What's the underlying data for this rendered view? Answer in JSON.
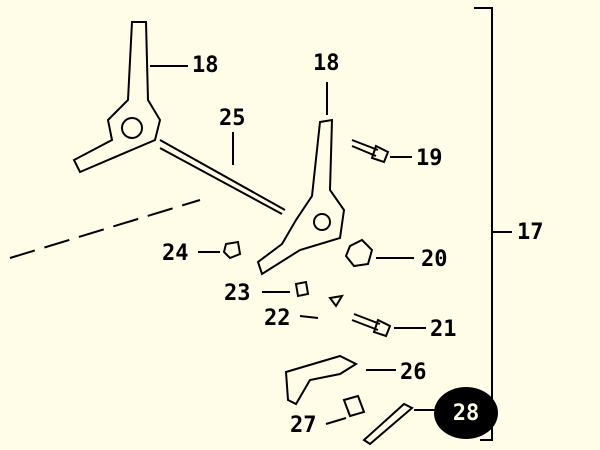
{
  "diagram": {
    "part_labels": {
      "p18a": "18",
      "p18b": "18",
      "p25": "25",
      "p19": "19",
      "p17": "17",
      "p24": "24",
      "p20": "20",
      "p23": "23",
      "p22": "22",
      "p21": "21",
      "p26": "26",
      "p27": "27",
      "p28": "28"
    }
  }
}
